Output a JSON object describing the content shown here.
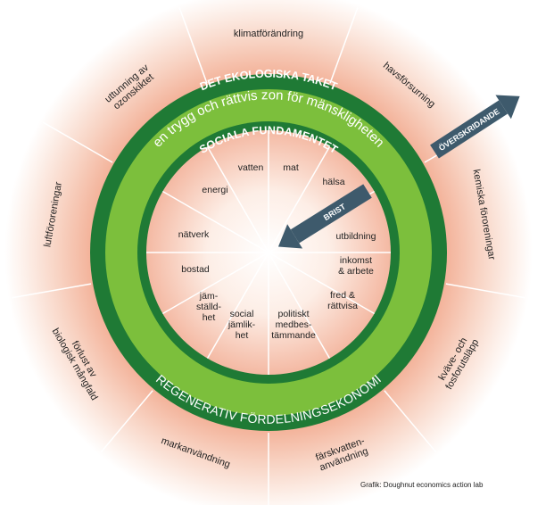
{
  "ecological_ceiling": {
    "label": "DET EKOLOGISKA TAKET",
    "segments": [
      {
        "lines": [
          "klimatförändring"
        ]
      },
      {
        "lines": [
          "havsförsurning"
        ]
      },
      {
        "lines": [
          "kemiska föroreningar"
        ]
      },
      {
        "lines": [
          "kväve- och",
          "fosforutsläpp"
        ]
      },
      {
        "lines": [
          "färskvatten-",
          "användning"
        ]
      },
      {
        "lines": [
          "markanvändning"
        ]
      },
      {
        "lines": [
          "förlust av",
          "biologisk mångfald"
        ]
      },
      {
        "lines": [
          "luftföroreningar"
        ]
      },
      {
        "lines": [
          "uttunning av",
          "ozonskiktet"
        ]
      }
    ]
  },
  "safe_zone": {
    "label": "en trygg och rättvis zon för mänskligheten",
    "economy_label": "REGENERATIV FÖRDELNINGSEKONOMI"
  },
  "social_foundation": {
    "label": "SOCIALA FUNDAMENTET",
    "segments": [
      {
        "lines": [
          "mat"
        ]
      },
      {
        "lines": [
          "hälsa"
        ]
      },
      {
        "lines": [
          "utbildning"
        ]
      },
      {
        "lines": [
          "inkomst",
          "& arbete"
        ]
      },
      {
        "lines": [
          "fred &",
          "rättvisa"
        ]
      },
      {
        "lines": [
          "politiskt",
          "medbes-",
          "tämmande"
        ]
      },
      {
        "lines": [
          "social",
          "jämlik-",
          "het"
        ]
      },
      {
        "lines": [
          "jäm-",
          "ställd-",
          "het"
        ]
      },
      {
        "lines": [
          "bostad"
        ]
      },
      {
        "lines": [
          "nätverk"
        ]
      },
      {
        "lines": [
          "energi"
        ]
      },
      {
        "lines": [
          "vatten"
        ]
      }
    ]
  },
  "arrows": {
    "overshoot": "ÖVERSKRIDANDE",
    "shortfall": "BRIST"
  },
  "credit": "Grafik: Doughnut economics action lab",
  "colors": {
    "dark_green": "#1f7a35",
    "light_green": "#7cbf3c",
    "slate_arrow": "#3e5a6c",
    "glow": "#f0a48a"
  }
}
